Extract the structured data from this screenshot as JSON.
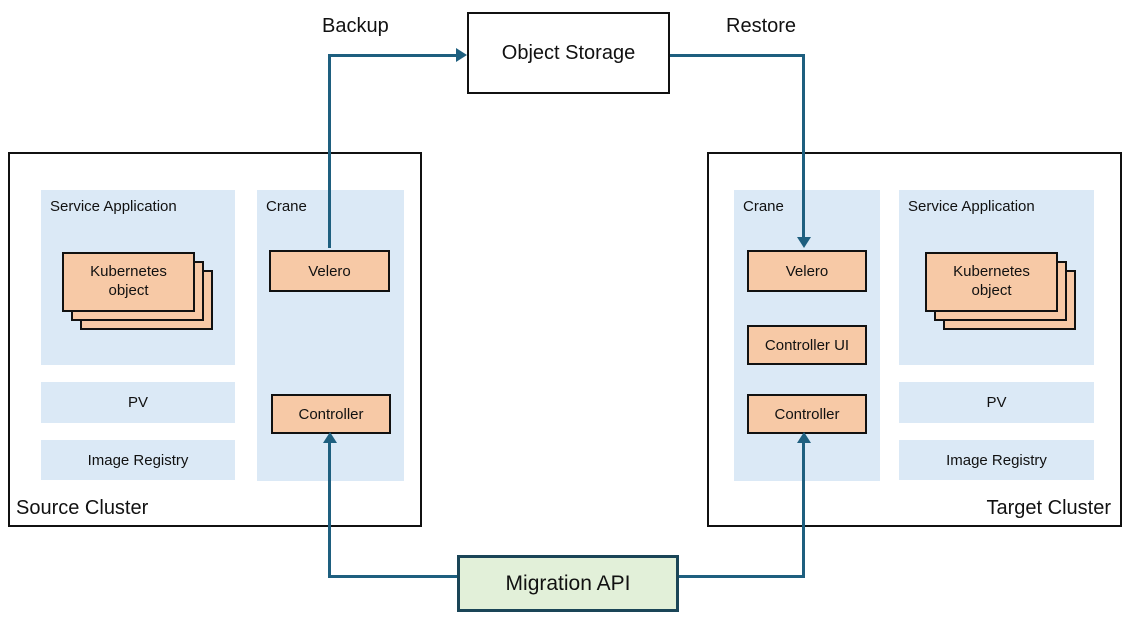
{
  "diagram": {
    "object_storage_label": "Object Storage",
    "backup_label": "Backup",
    "restore_label": "Restore",
    "migration_api_label": "Migration API",
    "source_cluster": {
      "title": "Source Cluster",
      "service_application_label": "Service Application",
      "kubernetes_object_label": "Kubernetes object",
      "pv_label": "PV",
      "image_registry_label": "Image Registry",
      "crane_label": "Crane",
      "velero_label": "Velero",
      "controller_label": "Controller"
    },
    "target_cluster": {
      "title": "Target Cluster",
      "crane_label": "Crane",
      "velero_label": "Velero",
      "controller_ui_label": "Controller UI",
      "controller_label": "Controller",
      "service_application_label": "Service Application",
      "kubernetes_object_label": "Kubernetes object",
      "pv_label": "PV",
      "image_registry_label": "Image Registry"
    },
    "colors": {
      "panel_blue": "#dbe9f6",
      "component_orange": "#f7c9a6",
      "api_green": "#e2f0d9",
      "connector_teal": "#1e5f7f",
      "api_border": "#1a4557",
      "outline_black": "#111111"
    }
  }
}
